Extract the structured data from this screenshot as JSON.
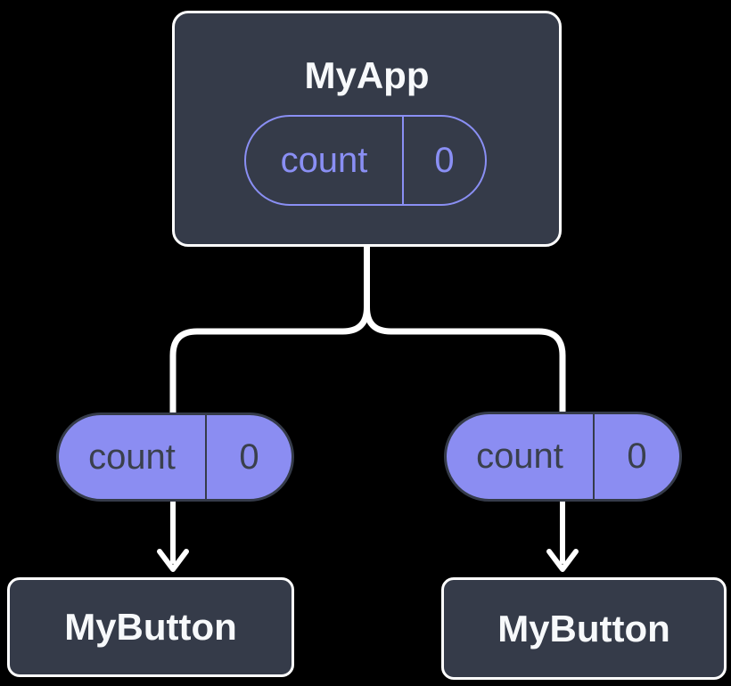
{
  "colors": {
    "background": "#000000",
    "node_fill": "#353B49",
    "node_border": "#FFFFFF",
    "node_text": "#F7F9FB",
    "state_pill_outline": "#8A8FF4",
    "prop_pill_fill": "#8B8DF2",
    "prop_pill_text": "#3A404C",
    "connector": "#FFFFFF"
  },
  "diagram": {
    "root": {
      "title": "MyApp",
      "state": {
        "name": "count",
        "value": "0"
      }
    },
    "children": [
      {
        "title": "MyButton",
        "prop": {
          "name": "count",
          "value": "0"
        }
      },
      {
        "title": "MyButton",
        "prop": {
          "name": "count",
          "value": "0"
        }
      }
    ]
  }
}
